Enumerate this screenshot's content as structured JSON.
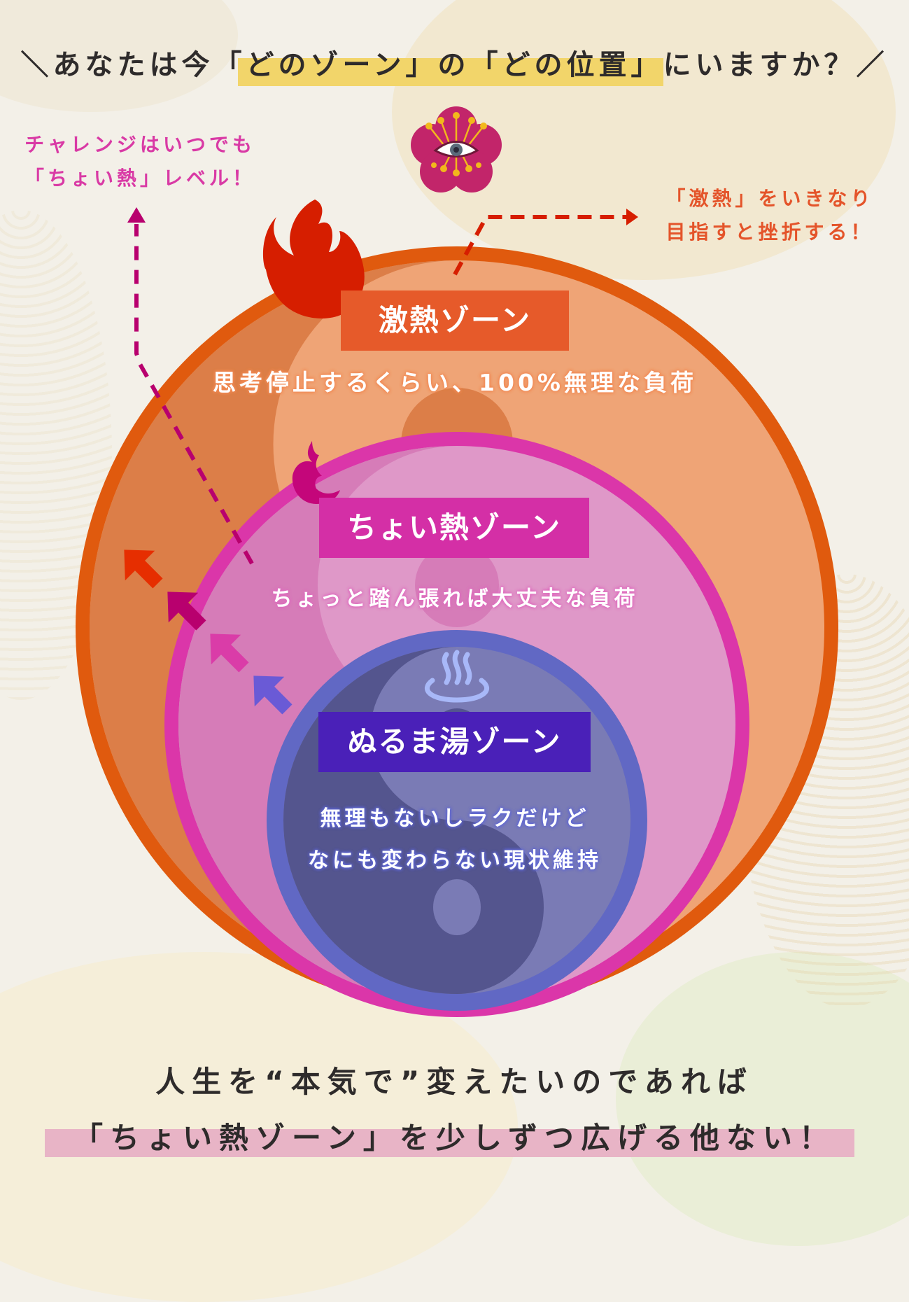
{
  "header": {
    "title": "＼あなたは今「どのゾーン」の「どの位置」にいますか？／"
  },
  "notes": {
    "left": {
      "line1": "チャレンジはいつでも",
      "line2": "「ちょい熱」レベル！",
      "color": "#D93AA5"
    },
    "right": {
      "line1": "「激熱」をいきなり",
      "line2": "目指すと挫折する！",
      "color": "#E4542A"
    }
  },
  "zones": [
    {
      "id": "gekinetsu",
      "label": "激熱ゾーン",
      "description": "思考停止するくらい、100%無理な負荷",
      "icon": "flame-icon",
      "colors": {
        "border": "#E05A0E",
        "fill_light": "#EFA476",
        "fill_dark": "#DC7E48",
        "label_bg": "#E65A2A",
        "icon": "#D61E00"
      }
    },
    {
      "id": "choinetsu",
      "label": "ちょい熱ゾーン",
      "description": "ちょっと踏ん張れば大丈夫な負荷",
      "icon": "small-flame-icon",
      "colors": {
        "border": "#DB36A9",
        "fill_light": "#DF98C8",
        "fill_dark": "#D67CB8",
        "label_bg": "#D42FA6",
        "icon": "#C4067A"
      }
    },
    {
      "id": "nurumayu",
      "label": "ぬるま湯ゾーン",
      "description_line1": "無理もないしラクだけど",
      "description_line2": "なにも変わらない現状維持",
      "icon": "hot-spring-icon",
      "colors": {
        "border": "#6168C4",
        "fill_light": "#7A7BB5",
        "fill_dark": "#54558E",
        "label_bg": "#4A20B8",
        "icon": "#A8B8F8"
      }
    }
  ],
  "arrows": {
    "growth_arrows": [
      "#E62E00",
      "#B8006E",
      "#DA3CA8",
      "#6A5AD6"
    ]
  },
  "footer": {
    "line1": "人生を“本気で”変えたいのであれば",
    "line2": "「ちょい熱ゾーン」を少しずつ広げる他ない！"
  },
  "emblem": {
    "name": "plum-blossom-eye-emblem",
    "fill": "#C2256A",
    "accent": "#F2B81C"
  }
}
